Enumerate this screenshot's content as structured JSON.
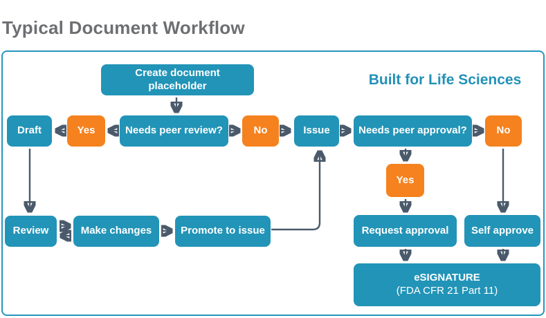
{
  "title": "Typical Document Workflow",
  "banner": "Built for Life Sciences",
  "colors": {
    "node_teal": "#2294B7",
    "node_orange": "#F5821E",
    "arrow_slate": "#4A5A6B",
    "title_gray": "#6E6F72",
    "frame_border": "#2596BE"
  },
  "nodes": {
    "create": "Create document placeholder",
    "draft": "Draft",
    "yes_review": "Yes",
    "needs_review": "Needs peer review?",
    "no_review": "No",
    "issue": "Issue",
    "needs_approval": "Needs peer approval?",
    "no_approval": "No",
    "yes_approval": "Yes",
    "review": "Review",
    "make_changes": "Make changes",
    "promote": "Promote to issue",
    "request_approval": "Request approval",
    "self_approve": "Self approve",
    "esignature_title": "eSIGNATURE",
    "esignature_subtitle": "(FDA CFR 21 Part 11)"
  }
}
